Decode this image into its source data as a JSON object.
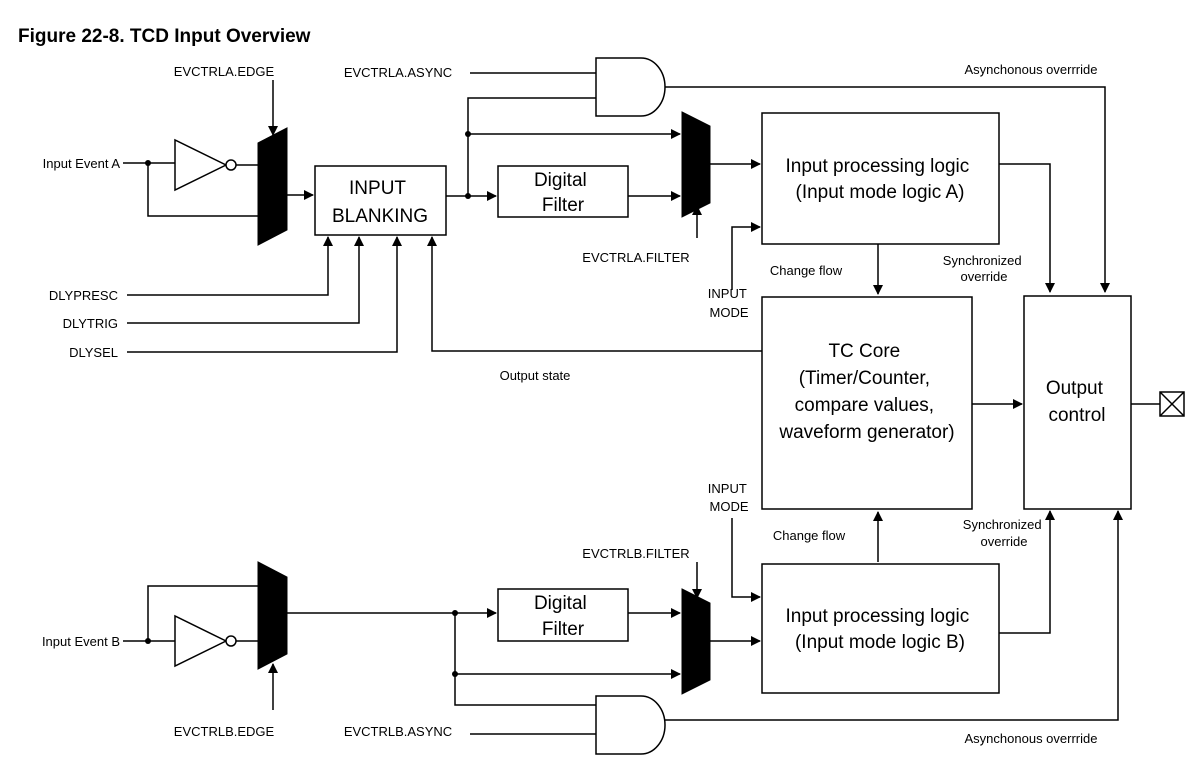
{
  "figure": {
    "title": "Figure 22-8.  TCD Input Overview"
  },
  "signals": {
    "input_event_a": "Input Event A",
    "input_event_b": "Input Event B",
    "evctrla_edge": "EVCTRLA.EDGE",
    "evctrla_async": "EVCTRLA.ASYNC",
    "evctrla_filter": "EVCTRLA.FILTER",
    "evctrlb_edge": "EVCTRLB.EDGE",
    "evctrlb_async": "EVCTRLB.ASYNC",
    "evctrlb_filter": "EVCTRLB.FILTER",
    "dlypresc": "DLYPRESC",
    "dlytrig": "DLYTRIG",
    "dlysel": "DLYSEL",
    "async_override_top": "Asynchonous overrride",
    "async_override_bottom": "Asynchonous overrride",
    "sync_override_top": [
      "Synchronized",
      "override"
    ],
    "sync_override_bottom": [
      "Synchronized",
      "override"
    ],
    "change_flow_top": "Change flow",
    "change_flow_bottom": "Change flow",
    "input_mode_top": [
      "INPUT",
      "MODE"
    ],
    "input_mode_bottom": [
      "INPUT",
      "MODE"
    ],
    "output_state": "Output state"
  },
  "blocks": {
    "input_blanking": [
      "INPUT",
      "BLANKING"
    ],
    "digital_filter_a": [
      "Digital",
      "Filter"
    ],
    "digital_filter_b": [
      "Digital",
      "Filter"
    ],
    "input_processing_a": [
      "Input processing logic",
      "(Input mode logic A)"
    ],
    "input_processing_b": [
      "Input processing logic",
      "(Input mode logic B)"
    ],
    "tc_core": [
      "TC Core",
      "(Timer/Counter,",
      "compare values,",
      "waveform generator)"
    ],
    "output_control": [
      "Output",
      "control"
    ]
  }
}
